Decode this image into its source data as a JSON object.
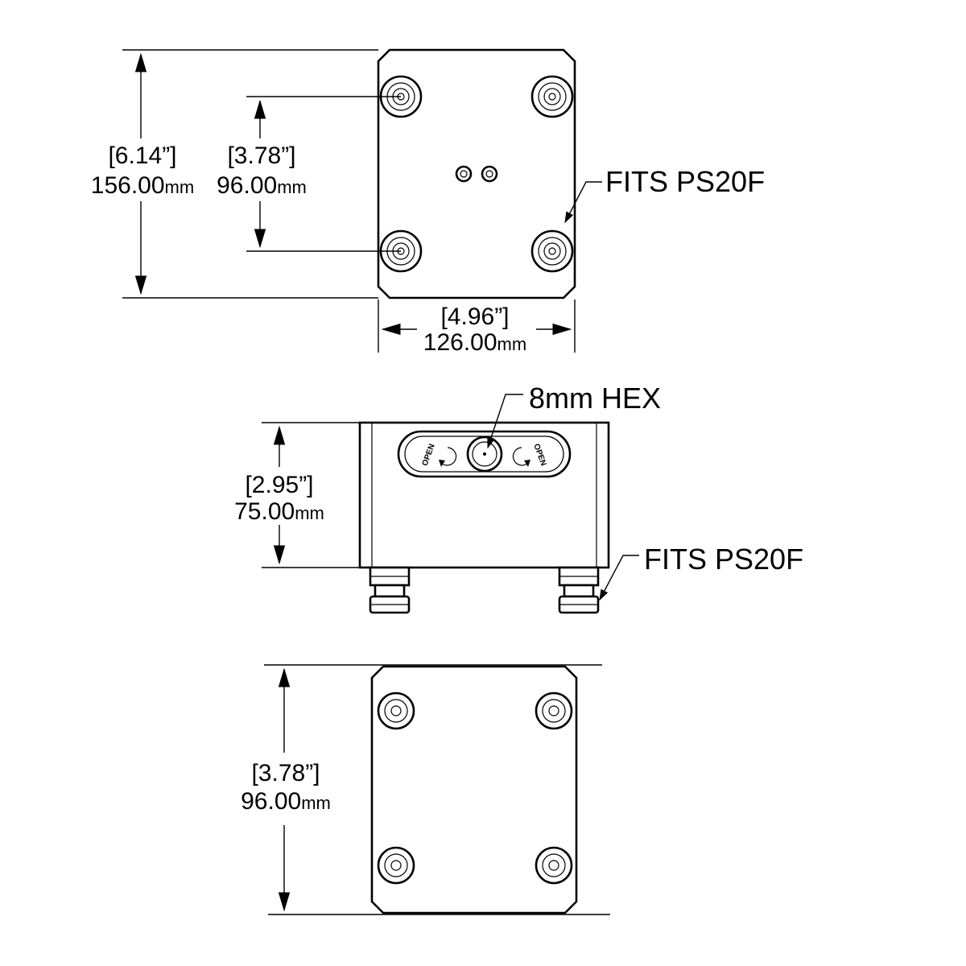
{
  "top_view": {
    "height_in": "[6.14”]",
    "height_mm": "156.00",
    "stud_spacing_in": "[3.78”]",
    "stud_spacing_mm": "96.00",
    "width_in": "[4.96”]",
    "width_mm": "126.00",
    "unit": "mm",
    "callout": "FITS PS20F"
  },
  "side_view": {
    "height_in": "[2.95”]",
    "height_mm": "75.00",
    "unit": "mm",
    "hex_callout": "8mm HEX",
    "fits_callout": "FITS PS20F",
    "open_label": "OPEN"
  },
  "bottom_view": {
    "height_in": "[3.78”]",
    "height_mm": "96.00",
    "unit": "mm"
  }
}
